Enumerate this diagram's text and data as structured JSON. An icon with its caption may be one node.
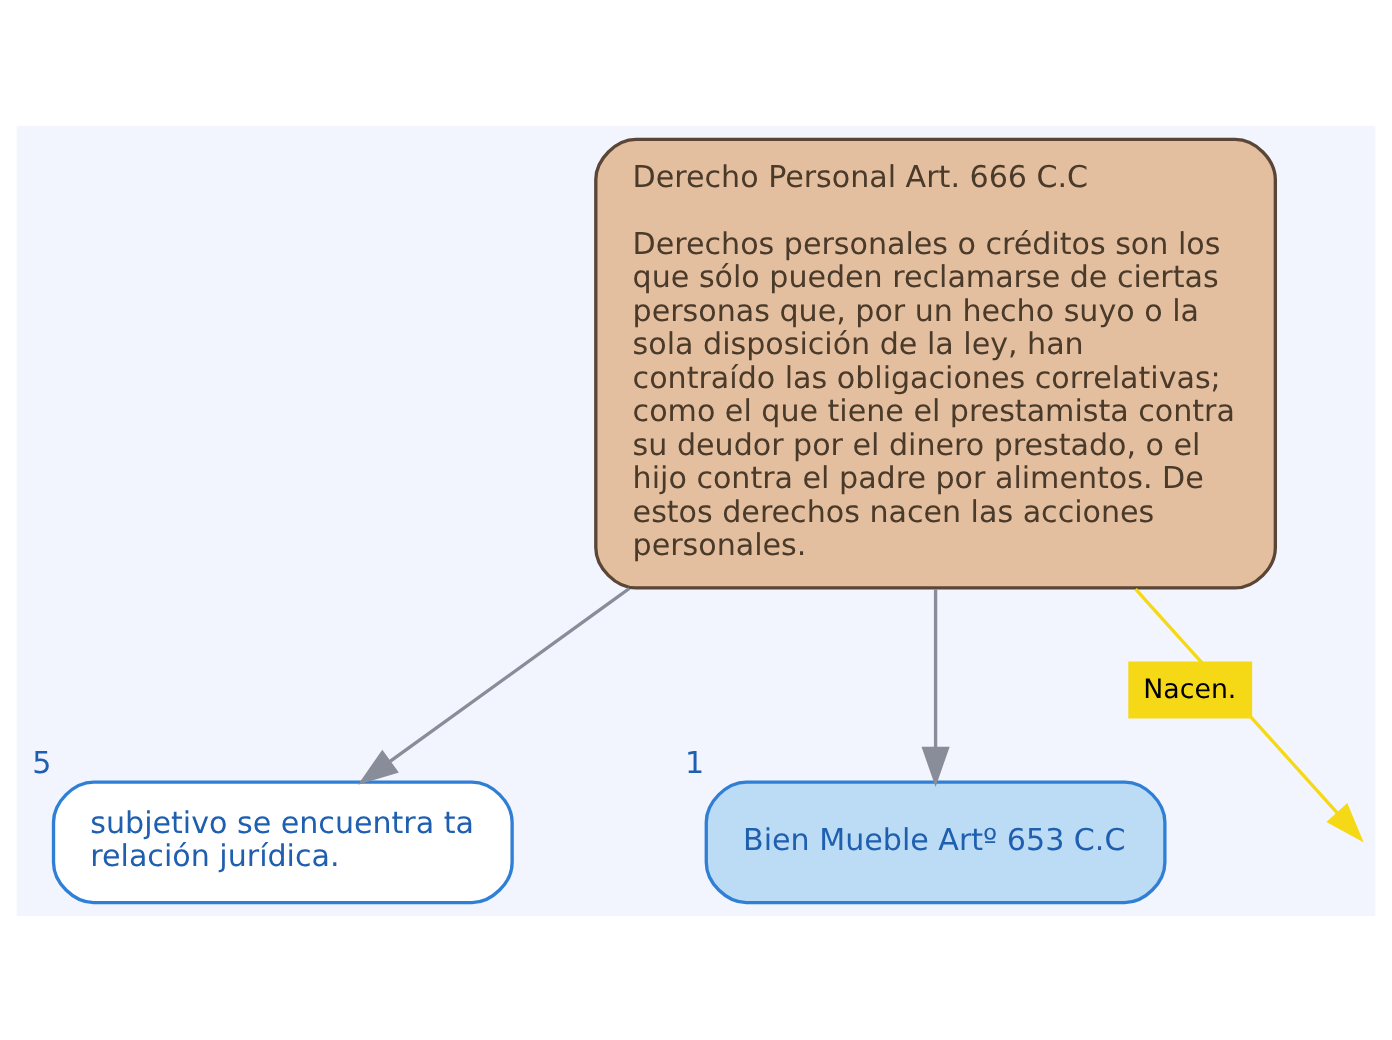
{
  "diagram": {
    "nodes": [
      {
        "text": [
          "Derecho Personal Art. 666 C.C",
          "Derechos personales o créditos son los que sólo pueden reclamarse de ciertas personas que, por un hecho suyo o la sola disposición de la ley, han contraído las obligaciones correlativas; como el que tiene el prestamista contra su deudor por el dinero prestado, o el hijo contra el padre por alimentos. De estos derechos nacen las acciones personales."
        ]
      },
      {
        "text": [
          "subjetivo se encuentra ta relación jurídica."
        ],
        "beside": [
          "5"
        ]
      },
      {
        "text": [
          "Bien Mueble Artº 653 C.C"
        ],
        "beside": [
          "1"
        ]
      }
    ],
    "edges": [
      {
        "from": 0,
        "to": 1,
        "arrow": "to"
      },
      {
        "from": 0,
        "to": 2,
        "arrow": "to"
      },
      {
        "from": 0,
        "to": null,
        "arrow": "to",
        "label": "Nacen.",
        "color": "#f5d916"
      }
    ]
  }
}
